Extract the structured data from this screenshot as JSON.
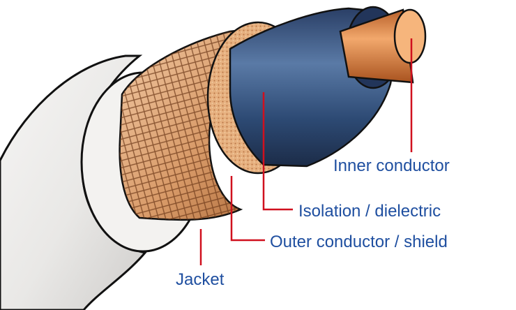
{
  "colors": {
    "label_text": "#1f4fa0",
    "leader_line": "#d0101e",
    "jacket": "#ecebea",
    "shield": "#c98a5a",
    "dielectric": "#d9aa7a",
    "insulation": "#2f4e7a",
    "copper": "#e09056"
  },
  "labels": {
    "inner_conductor": "Inner conductor",
    "isolation": "Isolation / dielectric",
    "outer_conductor": "Outer conductor / shield",
    "jacket": "Jacket"
  }
}
